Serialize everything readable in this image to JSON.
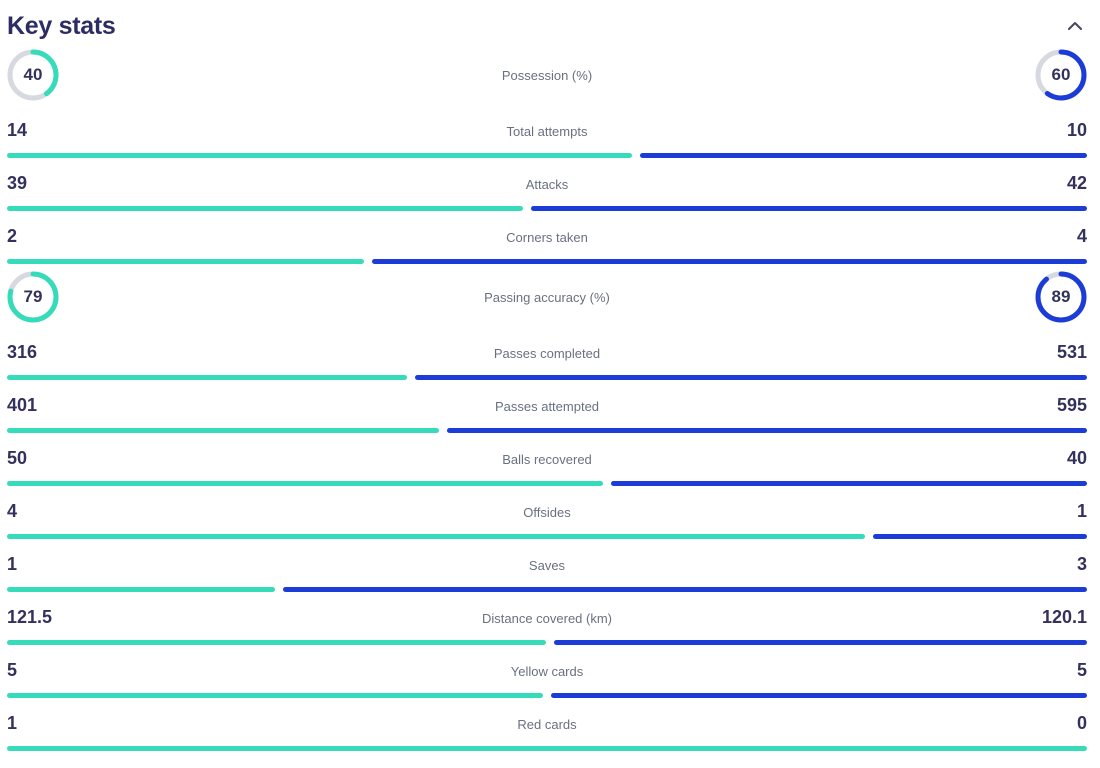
{
  "header": {
    "title": "Key stats",
    "collapse_icon": "chevron-up"
  },
  "colors": {
    "home": "#36dcba",
    "away": "#1c3cd8",
    "gauge_track": "#d6d9df",
    "value_text": "#32325d",
    "label_text": "#697080",
    "title_text": "#2d2d66"
  },
  "stats": [
    {
      "type": "gauge",
      "label": "Possession (%)",
      "home": 40,
      "away": 60
    },
    {
      "type": "bar",
      "label": "Total attempts",
      "home": 14,
      "away": 10
    },
    {
      "type": "bar",
      "label": "Attacks",
      "home": 39,
      "away": 42
    },
    {
      "type": "bar",
      "label": "Corners taken",
      "home": 2,
      "away": 4
    },
    {
      "type": "gauge",
      "label": "Passing accuracy (%)",
      "home": 79,
      "away": 89
    },
    {
      "type": "bar",
      "label": "Passes completed",
      "home": 316,
      "away": 531
    },
    {
      "type": "bar",
      "label": "Passes attempted",
      "home": 401,
      "away": 595
    },
    {
      "type": "bar",
      "label": "Balls recovered",
      "home": 50,
      "away": 40
    },
    {
      "type": "bar",
      "label": "Offsides",
      "home": 4,
      "away": 1
    },
    {
      "type": "bar",
      "label": "Saves",
      "home": 1,
      "away": 3
    },
    {
      "type": "bar",
      "label": "Distance covered (km)",
      "home": 121.5,
      "away": 120.1
    },
    {
      "type": "bar",
      "label": "Yellow cards",
      "home": 5,
      "away": 5
    },
    {
      "type": "bar",
      "label": "Red cards",
      "home": 1,
      "away": 0
    }
  ]
}
